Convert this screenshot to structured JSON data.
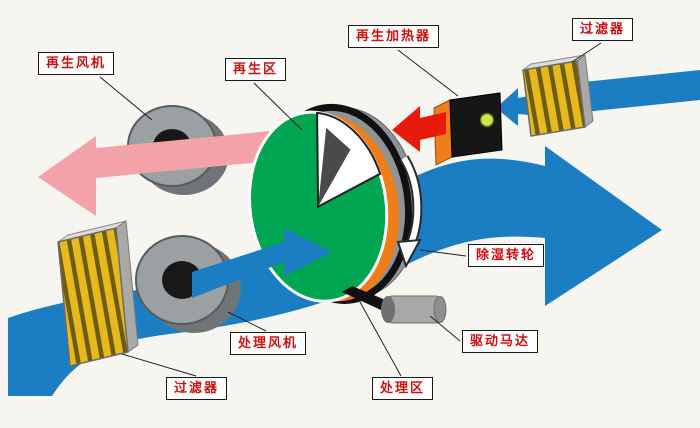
{
  "labels": {
    "regen_fan": "再生风机",
    "regen_zone": "再生区",
    "regen_heater": "再生加热器",
    "filter_top": "过滤器",
    "wheel": "除湿转轮",
    "drive_motor": "驱动马达",
    "process_zone": "处理区",
    "process_fan": "处理风机",
    "filter_bottom": "过滤器"
  },
  "colors": {
    "background": "#f6f5f0",
    "label_text": "#cc1111",
    "label_border": "#1a1a1a",
    "process_air_blue": "#1b7ec2",
    "regen_exhaust_pink": "#f2a2a8",
    "hot_air_red": "#e81a0c",
    "wheel_green": "#00a551",
    "wheel_orange": "#ef7d1a",
    "heater_orange": "#ef7d1a",
    "heater_front": "#161616",
    "heater_indicator": "#cfe24c",
    "filter_yellow": "#e6ba1e",
    "filter_stripe": "#6e5c12",
    "metal_gray": "#9ba1a3",
    "belt_black": "#111111"
  }
}
